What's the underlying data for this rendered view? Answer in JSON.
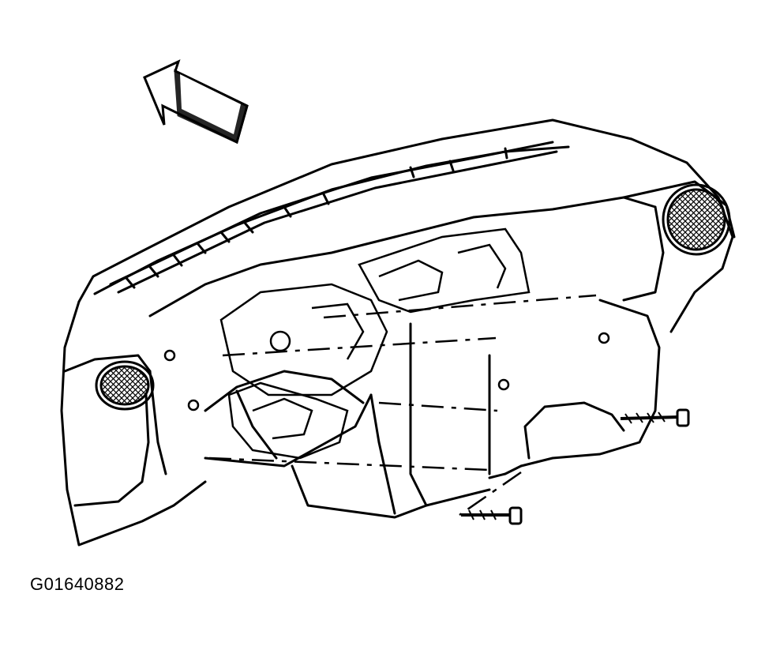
{
  "figure": {
    "caption": "G01640882",
    "ink_color": "#000000",
    "background_color": "#ffffff",
    "parts": [
      "arrow-icon",
      "instrument-panel",
      "windshield-defroster-grille",
      "right-air-outlet",
      "left-air-outlet",
      "steering-column-opening",
      "instrument-cluster-opening",
      "glove-box-opening",
      "upper-bolt",
      "lower-bolt"
    ]
  }
}
